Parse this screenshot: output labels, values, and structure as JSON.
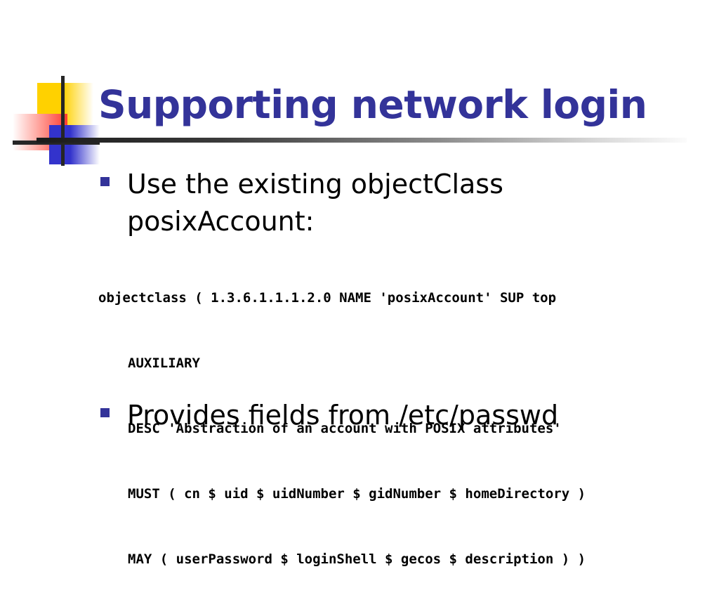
{
  "slide": {
    "title": "Supporting network login",
    "theme": {
      "title_color": "#333399",
      "bullet_color": "#333399",
      "accent_yellow": "#FFD100",
      "accent_red": "#FF3B30",
      "accent_blue": "#3333CC",
      "rule_color": "#1a1a1a",
      "body_text_color": "#000000",
      "background": "#ffffff"
    },
    "bullets": [
      {
        "text": "Use the existing objectClass posixAccount:"
      },
      {
        "text": "Provides fields from /etc/passwd"
      }
    ],
    "code_block": {
      "lines": [
        {
          "text": "objectclass ( 1.3.6.1.1.1.2.0 NAME 'posixAccount' SUP top",
          "indent": false
        },
        {
          "text": "AUXILIARY",
          "indent": true
        },
        {
          "text": "DESC 'Abstraction of an account with POSIX attributes'",
          "indent": true
        },
        {
          "text": "MUST ( cn $ uid $ uidNumber $ gidNumber $ homeDirectory )",
          "indent": true
        },
        {
          "text": "MAY ( userPassword $ loginShell $ gecos $ description ) )",
          "indent": true
        }
      ]
    },
    "decoration": {
      "logo_name": "powerpoint-design-logo-mark"
    }
  }
}
